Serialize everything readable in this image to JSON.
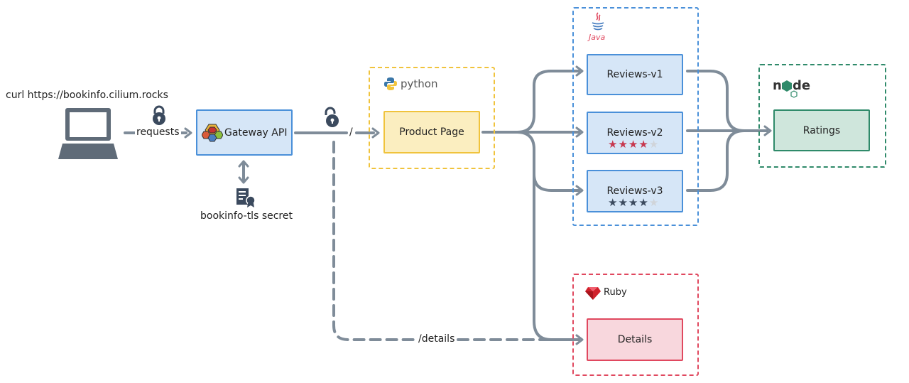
{
  "client": {
    "label": "curl https://bookinfo.cilium.rocks"
  },
  "edges": {
    "requests": "requests",
    "root_path": "/",
    "details_path": "/details"
  },
  "gateway": {
    "label": "Gateway API"
  },
  "secret": {
    "label": "bookinfo-tls secret"
  },
  "product_page": {
    "label": "Product Page",
    "runtime": "python"
  },
  "reviews": {
    "runtime": "Java",
    "v1": {
      "label": "Reviews-v1"
    },
    "v2": {
      "label": "Reviews-v2",
      "stars": 4,
      "max_stars": 5,
      "star_color": "#c7384f"
    },
    "v3": {
      "label": "Reviews-v3",
      "stars": 4,
      "max_stars": 5,
      "star_color": "#3b4a5e"
    }
  },
  "ratings": {
    "label": "Ratings",
    "runtime": "node"
  },
  "details": {
    "label": "Details",
    "runtime": "Ruby"
  },
  "colors": {
    "wire": "#7f8c99",
    "gateway_fill": "#d6e6f7",
    "gateway_border": "#4a90d9",
    "product_fill": "#fbeec0",
    "product_border": "#f0c33c",
    "reviews_fill": "#d6e6f7",
    "reviews_border": "#4a90d9",
    "ratings_fill": "#cfe6dc",
    "ratings_border": "#2f8a6a",
    "details_fill": "#f8d7dd",
    "details_border": "#e0485f",
    "star_empty": "#d0d4d9"
  }
}
